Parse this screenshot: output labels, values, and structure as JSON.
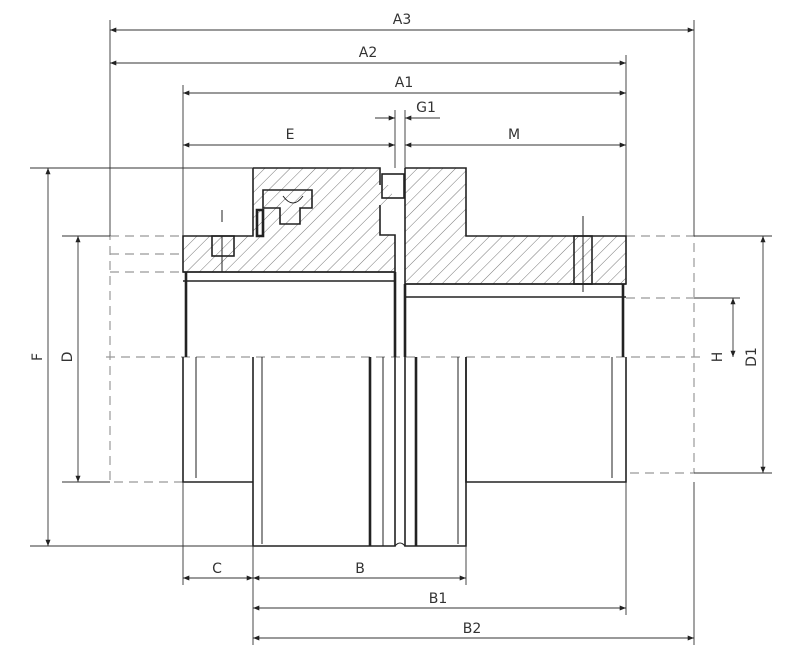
{
  "drawing": {
    "dimensions": {
      "a3": "A3",
      "a2": "A2",
      "a1": "A1",
      "g1": "G1",
      "e": "E",
      "m": "M",
      "f": "F",
      "d": "D",
      "h": "H",
      "d1": "D1",
      "c": "C",
      "b": "B",
      "b1": "B1",
      "b2": "B2"
    }
  }
}
